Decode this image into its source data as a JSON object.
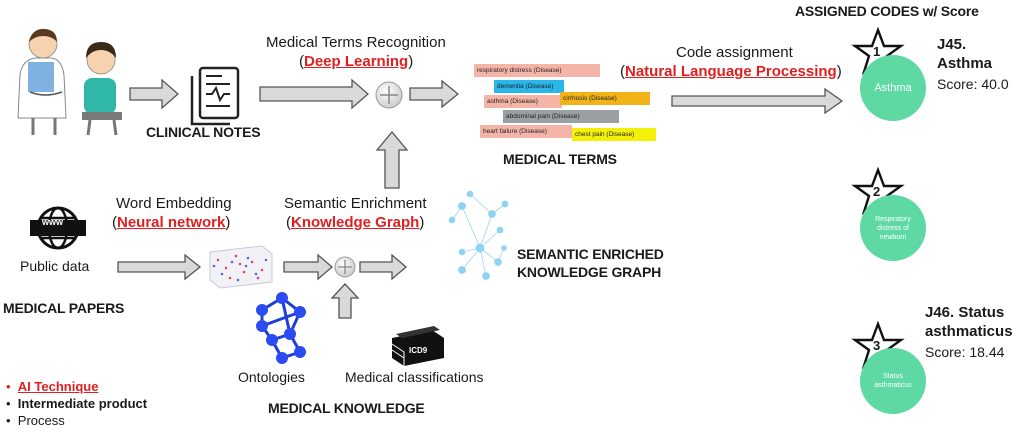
{
  "header": {
    "assigned_codes_title": "ASSIGNED CODES w/ Score"
  },
  "steps": {
    "recognition": {
      "title": "Medical Terms Recognition",
      "technique": "Deep Learning"
    },
    "code_assignment": {
      "title": "Code assignment",
      "technique": "Natural Language Processing"
    },
    "word_embedding": {
      "title": "Word Embedding",
      "technique": "Neural network"
    },
    "semantic_enrichment": {
      "title": "Semantic Enrichment",
      "technique": "Knowledge Graph"
    }
  },
  "labels": {
    "clinical_notes": "CLINICAL NOTES",
    "medical_terms": "MEDICAL TERMS",
    "public_data": "Public data",
    "medical_papers": "MEDICAL PAPERS",
    "graph_title_1": "SEMANTIC ENRICHED",
    "graph_title_2": "KNOWLEDGE GRAPH",
    "ontologies": "Ontologies",
    "medical_classifications": "Medical classifications",
    "medical_knowledge": "MEDICAL KNOWLEDGE",
    "www": "www",
    "icd9": "ICD9"
  },
  "medical_terms": [
    {
      "text": "respiratory distress (Disease)",
      "color": "#f4b4a8"
    },
    {
      "text": "dementia (Disease)",
      "color": "#29b6e8"
    },
    {
      "text": "asthma (Disease)",
      "color": "#f4b4a8"
    },
    {
      "text": "cirrhosis (Disease)",
      "color": "#f2b318"
    },
    {
      "text": "abdominal pain (Disease)",
      "color": "#9aa0a2"
    },
    {
      "text": "heart failure (Disease)",
      "color": "#f4b4a8"
    },
    {
      "text": "chest pain (Disease)",
      "color": "#f3f10a"
    }
  ],
  "codes": [
    {
      "rank": "1",
      "circle_label": "Asthma",
      "code": "J45.",
      "name": "Asthma",
      "score": "Score: 40.0"
    },
    {
      "rank": "2",
      "circle_label": "Respiratory distress of newborn",
      "code": "",
      "name": "",
      "score": ""
    },
    {
      "rank": "3",
      "circle_label": "Status asthmaticus",
      "code": "J46. Status",
      "name": "asthmaticus",
      "score": "Score: 18.44"
    }
  ],
  "legend": [
    {
      "text": "AI Technique",
      "color": "#e02020"
    },
    {
      "text": "Intermediate product",
      "color": "#1a1a1a"
    },
    {
      "text": "Process",
      "color": "#1a1a1a"
    }
  ],
  "colors": {
    "node": "#5fd9a4",
    "arrow_fill": "#d9d9d9",
    "arrow_stroke": "#555555",
    "graph_node": "#8fd3f2"
  }
}
